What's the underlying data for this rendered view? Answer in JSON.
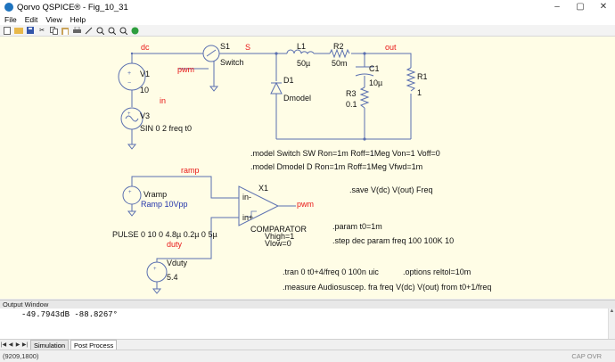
{
  "window": {
    "title": "Qorvo QSPICE® - Fig_10_31"
  },
  "menu": [
    "File",
    "Edit",
    "View",
    "Help"
  ],
  "labels": {
    "dc": "dc",
    "pwm": "pwm",
    "in": "in",
    "S": "S",
    "out": "out",
    "ramp": "ramp",
    "duty": "duty",
    "pwm2": "pwm"
  },
  "components": {
    "S1": {
      "name": "S1",
      "model": "Switch"
    },
    "L1": {
      "name": "L1",
      "value": "50µ"
    },
    "R2": {
      "name": "R2",
      "value": "50m"
    },
    "C1": {
      "name": "C1",
      "value": "10µ"
    },
    "R1": {
      "name": "R1",
      "value": "1"
    },
    "R3": {
      "name": "R3",
      "value": "0.1"
    },
    "D1": {
      "name": "D1",
      "model": "Dmodel"
    },
    "V1": {
      "name": "V1",
      "value": "10"
    },
    "V3": {
      "name": "V3",
      "value": "SIN 0 2 freq t0"
    },
    "Vramp": {
      "name": "Vramp",
      "value": "Ramp 10Vpp",
      "pulse": "PULSE 0 10 0 4.8µ 0.2µ 0 5µ"
    },
    "Vduty": {
      "name": "Vduty",
      "value": "5.4"
    },
    "X1": {
      "name": "X1",
      "type": "COMPARATOR",
      "vhigh": "Vhigh=1",
      "vlow": "Vlow=0",
      "pin_in_minus": "in-",
      "pin_in_plus": "in+"
    }
  },
  "directives": {
    "model_switch": ".model Switch SW Ron=1m Roff=1Meg Von=1 Voff=0",
    "model_diode": ".model Dmodel D Ron=1m Roff=1Meg Vfwd=1m",
    "save": ".save V(dc) V(out) Freq",
    "param": ".param t0=1m",
    "step": ".step dec param freq 100 100K 10",
    "tran": ".tran 0 t0+4/freq 0 100n uic",
    "options": ".options reltol=10m",
    "measure": ".measure Audiosuscep. fra freq V(dc) V(out) from t0+1/freq"
  },
  "output": {
    "title": "Output Window",
    "line": "-49.7943dB -88.8267°"
  },
  "tabs": [
    "Simulation",
    "Post Process"
  ],
  "status": {
    "coords": "(9209,1800)",
    "right": "CAP OVR"
  }
}
